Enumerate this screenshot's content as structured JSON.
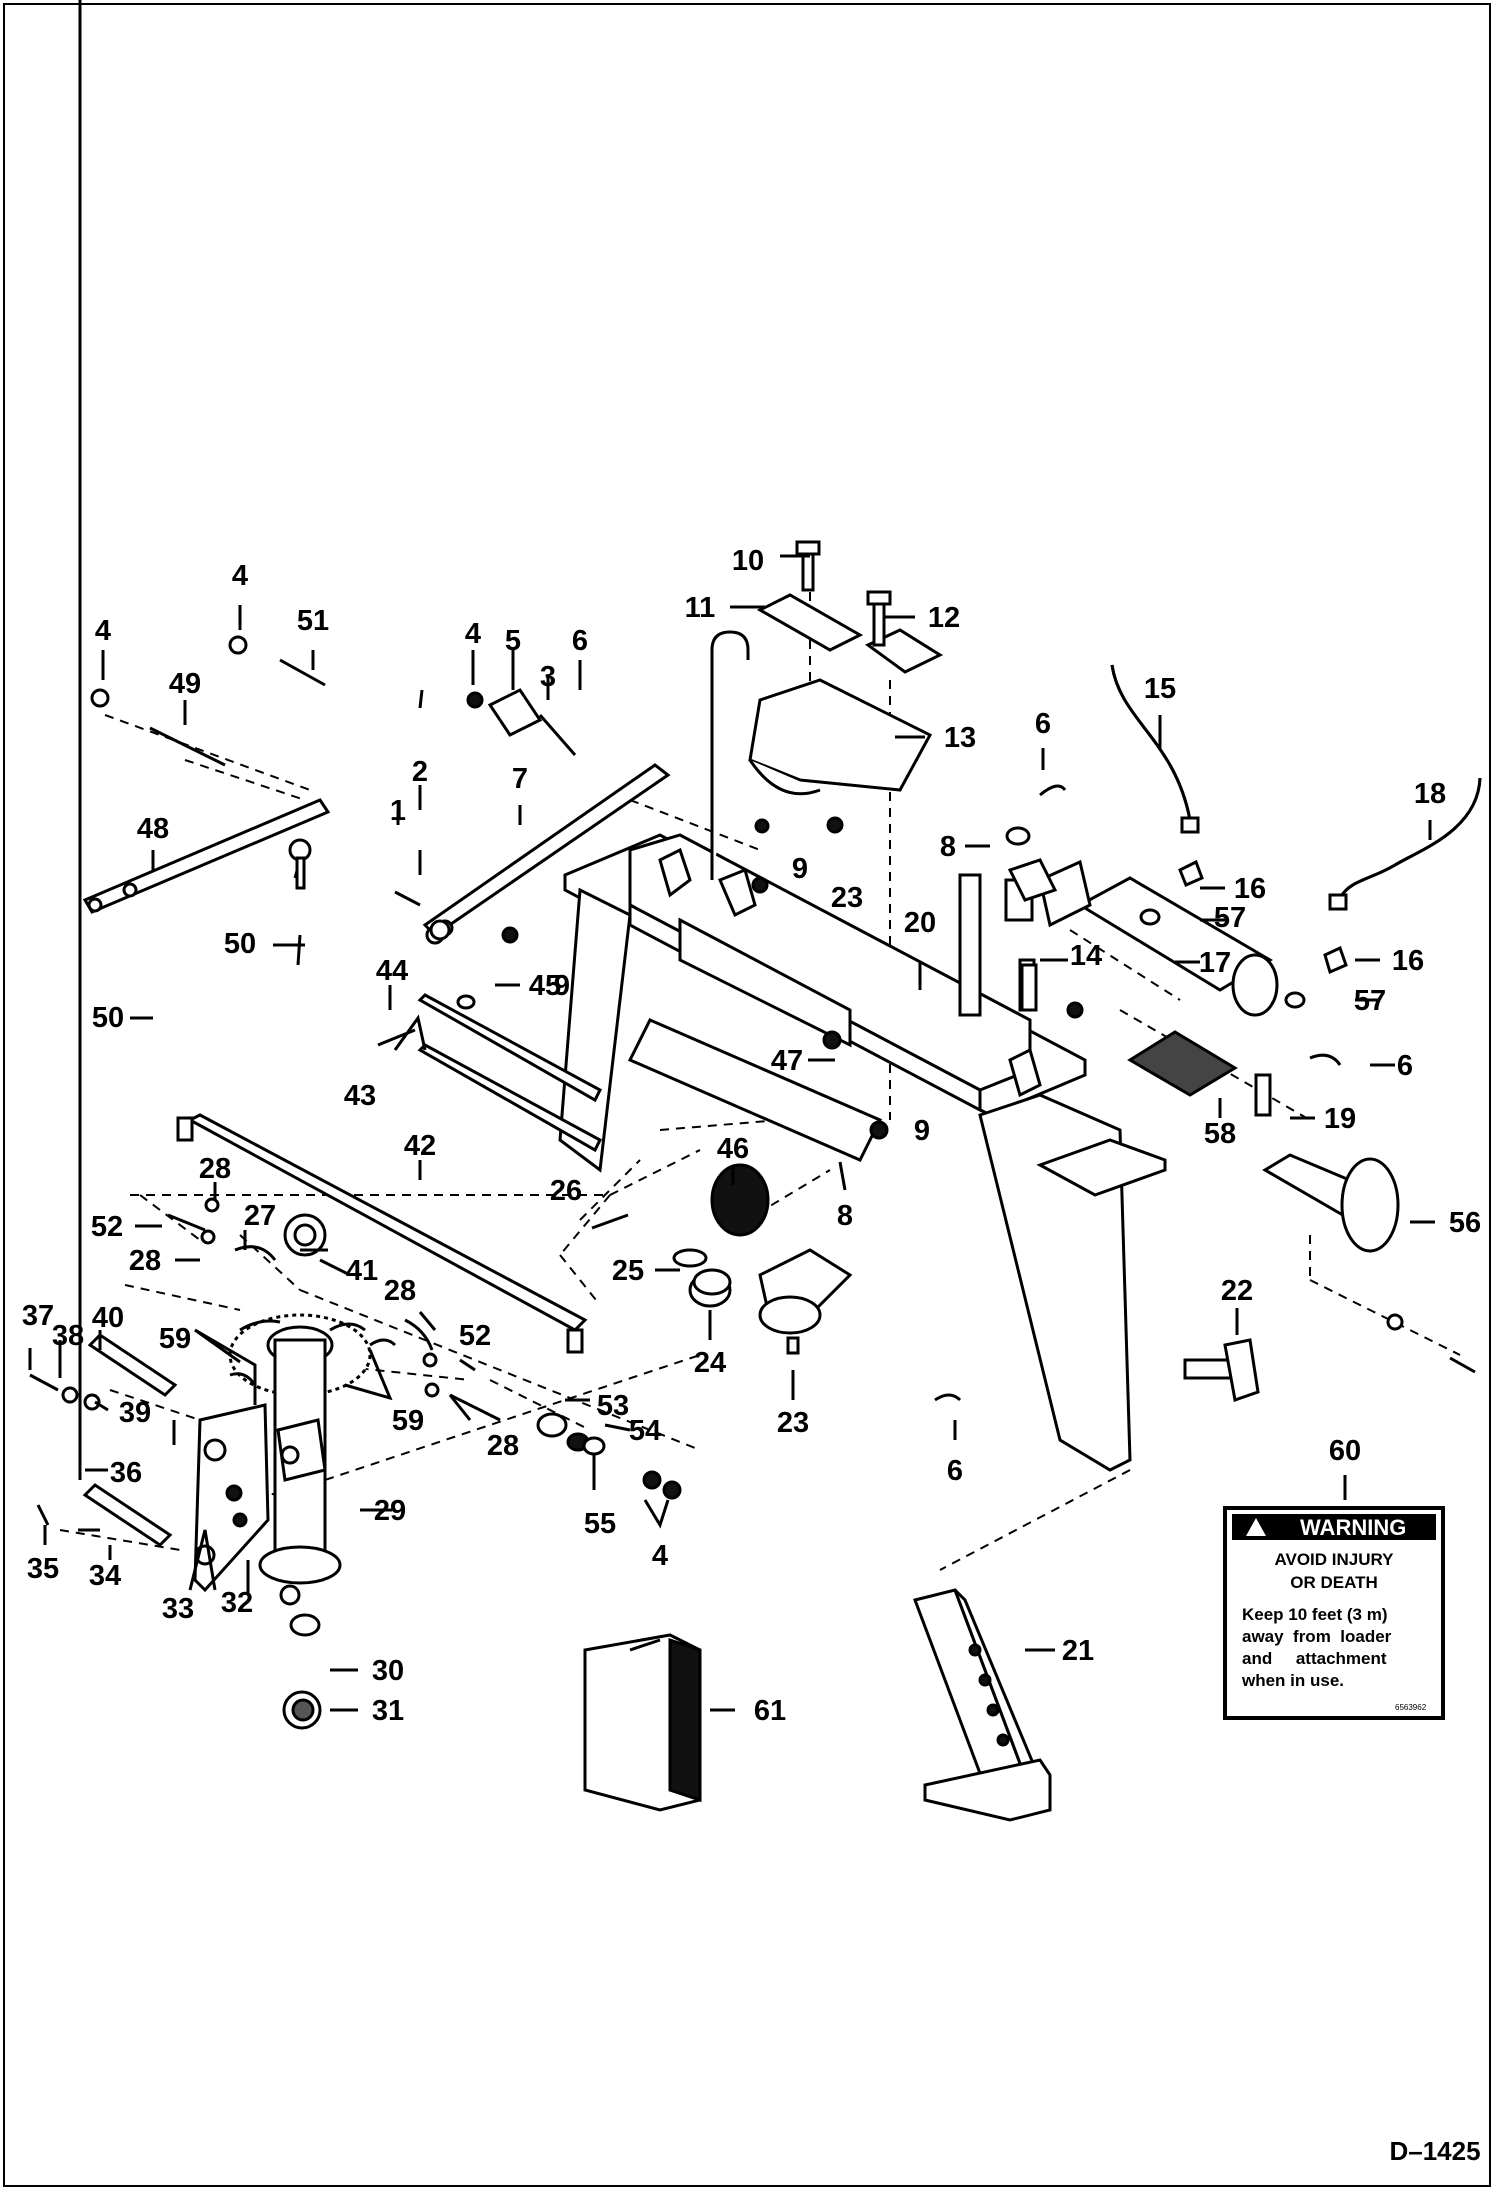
{
  "drawing_id": "D–1425",
  "warning_decal": {
    "heading": "WARNING",
    "line1": "AVOID INJURY",
    "line2": "OR DEATH",
    "line3": "Keep 10 feet (3 m)",
    "line4": "away  from  loader",
    "line5": "and     attachment",
    "line6": "when in use.",
    "code": "6563962"
  },
  "callouts": {
    "c1": "1",
    "c2": "2",
    "c3": "3",
    "c4a": "4",
    "c4b": "4",
    "c4c": "4",
    "c4d": "4",
    "c5": "5",
    "c6a": "6",
    "c6b": "6",
    "c6c": "6",
    "c6d": "6",
    "c7": "7",
    "c8a": "8",
    "c8b": "8",
    "c9a": "9",
    "c9b": "9",
    "c9c": "9",
    "c10": "10",
    "c11": "11",
    "c12": "12",
    "c13": "13",
    "c14": "14",
    "c15": "15",
    "c16a": "16",
    "c16b": "16",
    "c17": "17",
    "c18": "18",
    "c19": "19",
    "c20": "20",
    "c21": "21",
    "c22": "22",
    "c23a": "23",
    "c23b": "23",
    "c24": "24",
    "c25": "25",
    "c26": "26",
    "c27": "27",
    "c28a": "28",
    "c28b": "28",
    "c28c": "28",
    "c28d": "28",
    "c29": "29",
    "c30": "30",
    "c31": "31",
    "c32": "32",
    "c33": "33",
    "c34": "34",
    "c35": "35",
    "c36": "36",
    "c37": "37",
    "c38": "38",
    "c39": "39",
    "c40": "40",
    "c41": "41",
    "c42": "42",
    "c43": "43",
    "c44": "44",
    "c45": "45",
    "c46": "46",
    "c47": "47",
    "c48": "48",
    "c49": "49",
    "c50a": "50",
    "c50b": "50",
    "c51": "51",
    "c52a": "52",
    "c52b": "52",
    "c53": "53",
    "c54": "54",
    "c55": "55",
    "c56": "56",
    "c57a": "57",
    "c57b": "57",
    "c58": "58",
    "c59a": "59",
    "c59b": "59",
    "c60": "60",
    "c61": "61"
  }
}
